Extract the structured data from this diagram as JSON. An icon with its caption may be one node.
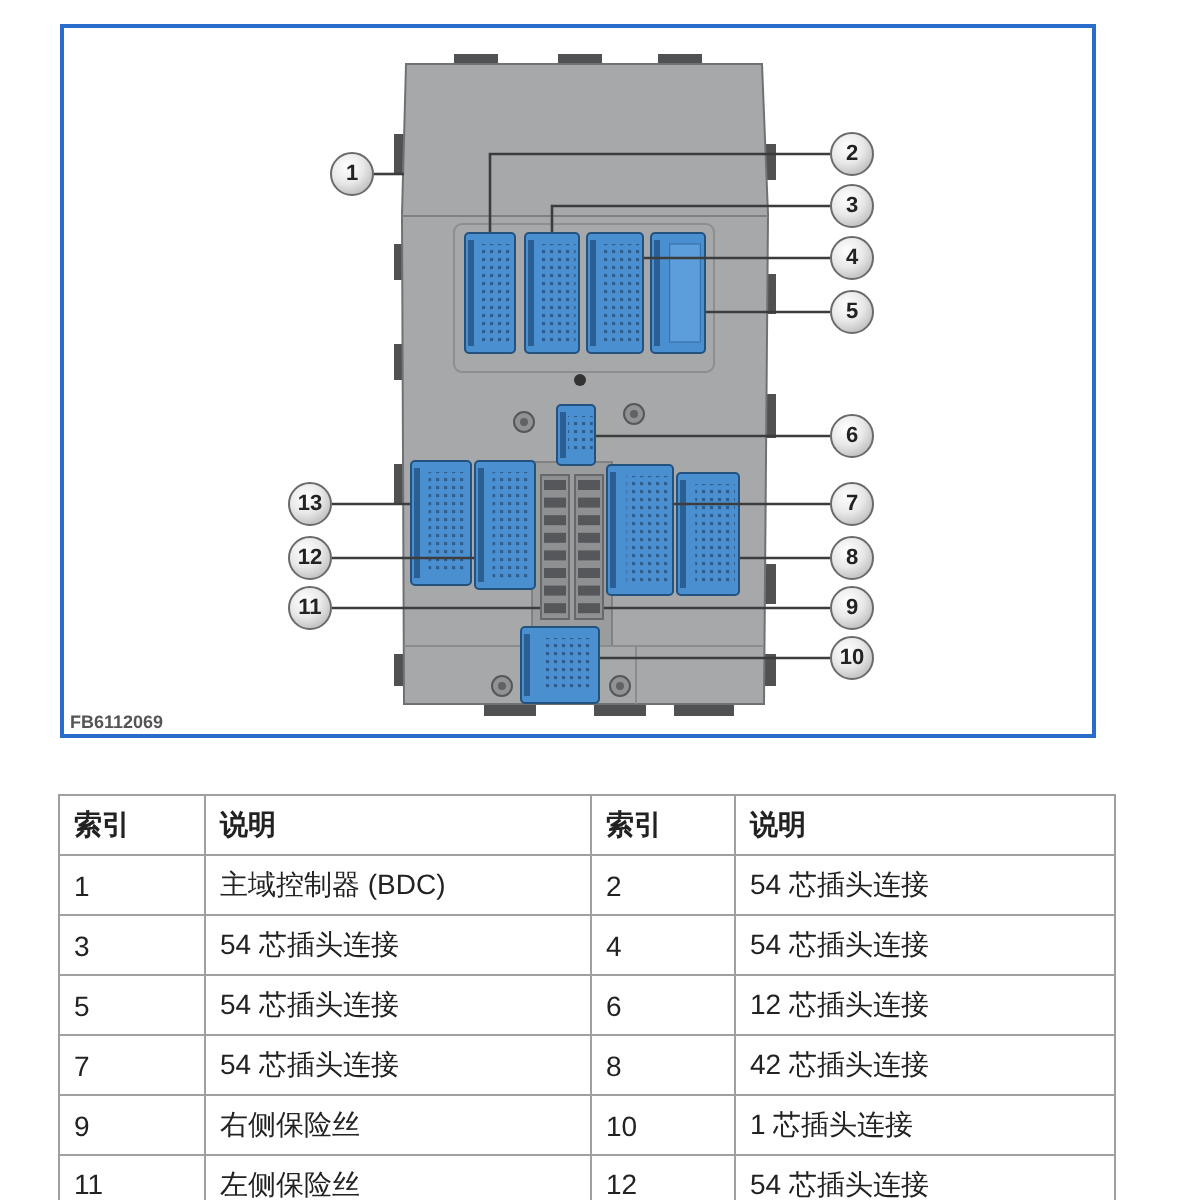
{
  "diagram": {
    "nodes": [
      {
        "text": [],
        "shape": "box"
      },
      {
        "text": [],
        "shape": "box",
        "in": 0
      },
      {
        "text": [],
        "shape": "box",
        "in": 0
      },
      {
        "text": [],
        "shape": "box",
        "in": 0
      },
      {
        "text": [],
        "shape": "box",
        "in": 0
      },
      {
        "text": [],
        "shape": "box",
        "in": 0
      },
      {
        "text": [],
        "shape": "box",
        "in": 0
      },
      {
        "text": [],
        "shape": "box",
        "in": 0
      },
      {
        "text": [],
        "shape": "box",
        "in": 0
      },
      {
        "text": [],
        "shape": "box",
        "in": 0
      },
      {
        "text": [],
        "shape": "box",
        "in": 0
      },
      {
        "text": [],
        "shape": "box",
        "in": 0
      },
      {
        "text": [],
        "shape": "box",
        "in": 0
      },
      {
        "text": [
          "1"
        ]
      },
      {
        "text": [
          "2"
        ]
      },
      {
        "text": [
          "3"
        ]
      },
      {
        "text": [
          "4"
        ]
      },
      {
        "text": [
          "5"
        ]
      },
      {
        "text": [
          "6"
        ]
      },
      {
        "text": [
          "7"
        ]
      },
      {
        "text": [
          "8"
        ]
      },
      {
        "text": [
          "9"
        ]
      },
      {
        "text": [
          "10"
        ]
      },
      {
        "text": [
          "11"
        ]
      },
      {
        "text": [
          "12"
        ]
      },
      {
        "text": [
          "13"
        ]
      }
    ],
    "edges": [
      {
        "from": 13,
        "to": 0,
        "arrow": "none"
      },
      {
        "from": 14,
        "to": 1,
        "arrow": "none"
      },
      {
        "from": 15,
        "to": 2,
        "arrow": "none"
      },
      {
        "from": 16,
        "to": 3,
        "arrow": "none"
      },
      {
        "from": 17,
        "to": 4,
        "arrow": "none"
      },
      {
        "from": 18,
        "to": 5,
        "arrow": "none"
      },
      {
        "from": 19,
        "to": 6,
        "arrow": "none"
      },
      {
        "from": 20,
        "to": 7,
        "arrow": "none"
      },
      {
        "from": 21,
        "to": 8,
        "arrow": "none"
      },
      {
        "from": 22,
        "to": 9,
        "arrow": "none"
      },
      {
        "from": 23,
        "to": 10,
        "arrow": "none"
      },
      {
        "from": 24,
        "to": 11,
        "arrow": "none"
      },
      {
        "from": 25,
        "to": 12,
        "arrow": "none"
      }
    ],
    "labels": [
      "FB6112069",
      "索引",
      "说明",
      "索引",
      "说明",
      "1",
      "主域控制器 (BDC)",
      "2",
      "54 芯插头连接",
      "3",
      "54 芯插头连接",
      "4",
      "54 芯插头连接",
      "5",
      "54 芯插头连接",
      "6",
      "12 芯插头连接",
      "7",
      "54 芯插头连接",
      "8",
      "42 芯插头连接",
      "9",
      "右侧保险丝",
      "10",
      "1 芯插头连接",
      "11",
      "左侧保险丝",
      "12",
      "54 芯插头连接"
    ]
  }
}
